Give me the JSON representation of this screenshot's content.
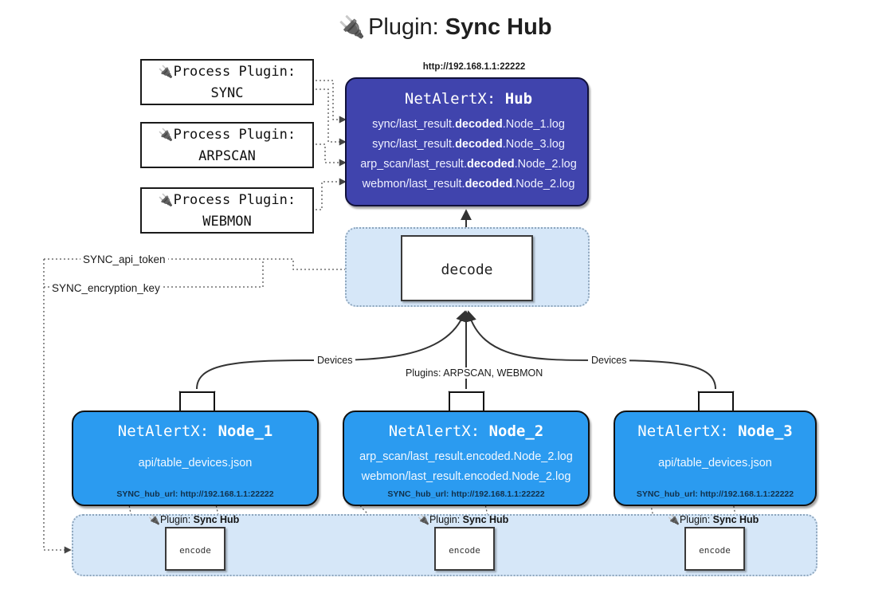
{
  "title": {
    "icon": "plug-icon",
    "prefix": "Plugin:",
    "name": "Sync Hub"
  },
  "process_plugins": {
    "heading": "Process Plugin:",
    "icon": "plug-icon",
    "items": [
      {
        "label": "SYNC"
      },
      {
        "label": "ARPSCAN"
      },
      {
        "label": "WEBMON"
      }
    ]
  },
  "hub": {
    "url": "http://192.168.1.1:22222",
    "app": "NetAlertX:",
    "name": "Hub",
    "color": "#4044ad",
    "lines": [
      {
        "pre": "sync/last_result.",
        "em": "decoded",
        "post": ".Node_1.log"
      },
      {
        "pre": "sync/last_result.",
        "em": "decoded",
        "post": ".Node_3.log"
      },
      {
        "pre": "arp_scan/last_result.",
        "em": "decoded",
        "post": ".Node_2.log"
      },
      {
        "pre": "webmon/last_result.",
        "em": "decoded",
        "post": ".Node_2.log"
      }
    ]
  },
  "decode": {
    "label": "decode",
    "panel_color": "#d6e7f8"
  },
  "tokens": {
    "api_token": "SYNC_api_token",
    "encryption_key": "SYNC_encryption_key"
  },
  "edge_labels": {
    "devices_left": "Devices",
    "devices_right": "Devices",
    "plugins_center": "Plugins: ARPSCAN, WEBMON"
  },
  "nodes": [
    {
      "app": "NetAlertX:",
      "name": "Node_1",
      "lines": [
        {
          "pre": "api/table_devices.json",
          "em": "",
          "post": ""
        }
      ],
      "url_key": "SYNC_hub_url:",
      "url": "http://192.168.1.1:22222",
      "color": "#2b9bf0",
      "envelope_icon": "envelope-icon"
    },
    {
      "app": "NetAlertX:",
      "name": "Node_2",
      "lines": [
        {
          "pre": "arp_scan/last_result.encoded.Node_2.log",
          "em": "",
          "post": ""
        },
        {
          "pre": "webmon/last_result.encoded.Node_2.log",
          "em": "",
          "post": ""
        }
      ],
      "url_key": "SYNC_hub_url:",
      "url": "http://192.168.1.1:22222",
      "color": "#2b9bf0",
      "envelope_icon": "envelope-icon"
    },
    {
      "app": "NetAlertX:",
      "name": "Node_3",
      "lines": [
        {
          "pre": "api/table_devices.json",
          "em": "",
          "post": ""
        }
      ],
      "url_key": "SYNC_hub_url:",
      "url": "http://192.168.1.1:22222",
      "color": "#2b9bf0",
      "envelope_icon": "envelope-icon"
    }
  ],
  "plugin_band": {
    "label_prefix": "Plugin:",
    "label_name": "Sync Hub",
    "icon": "plug-icon",
    "encode_label": "encode",
    "panel_color": "#d6e7f8",
    "instances": [
      {
        "encode": "encode"
      },
      {
        "encode": "encode"
      },
      {
        "encode": "encode"
      }
    ]
  }
}
